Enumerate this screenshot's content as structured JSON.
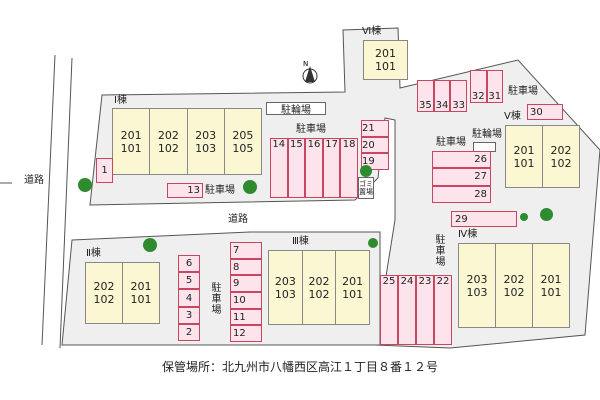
{
  "labels": {
    "road": "道路",
    "parking": "駐車場",
    "bicycle": "駐輪場",
    "garbage": "ゴミ置場"
  },
  "buildings": {
    "I": {
      "name": "Ⅰ棟",
      "units": [
        [
          "201",
          "101"
        ],
        [
          "202",
          "102"
        ],
        [
          "203",
          "103"
        ],
        [
          "205",
          "105"
        ]
      ]
    },
    "II": {
      "name": "Ⅱ棟",
      "units": [
        [
          "202",
          "102"
        ],
        [
          "201",
          "101"
        ]
      ]
    },
    "III": {
      "name": "Ⅲ棟",
      "units": [
        [
          "203",
          "103"
        ],
        [
          "202",
          "102"
        ],
        [
          "201",
          "101"
        ]
      ]
    },
    "IV": {
      "name": "Ⅳ棟",
      "units": [
        [
          "203",
          "103"
        ],
        [
          "202",
          "102"
        ],
        [
          "201",
          "101"
        ]
      ]
    },
    "V": {
      "name": "Ⅴ棟",
      "units": [
        [
          "201",
          "101"
        ],
        [
          "202",
          "102"
        ]
      ]
    },
    "VI": {
      "name": "Ⅵ棟",
      "units": [
        [
          "201",
          "101"
        ]
      ]
    }
  },
  "parking": {
    "a": [
      "1"
    ],
    "b": [
      "13"
    ],
    "c": [
      "14",
      "15",
      "16",
      "17",
      "18"
    ],
    "d": [
      "21",
      "20",
      "19"
    ],
    "e": [
      "35",
      "34",
      "33"
    ],
    "f": [
      "32",
      "31"
    ],
    "g": [
      "30"
    ],
    "h": [
      "26",
      "27",
      "28"
    ],
    "i": [
      "29"
    ],
    "j": [
      "6",
      "5",
      "4",
      "3",
      "2"
    ],
    "k": [
      "7",
      "8",
      "9",
      "10",
      "11",
      "12"
    ],
    "l": [
      "25",
      "24",
      "23",
      "22"
    ]
  },
  "colors": {
    "building": "#fbf7d2",
    "parking": "#fde3ec",
    "parking_border": "#c8475f",
    "ground": "#efefef",
    "tree": "#2e8b2e"
  },
  "footer": "保管場所：北九州市八幡西区高江１丁目８番１２号"
}
